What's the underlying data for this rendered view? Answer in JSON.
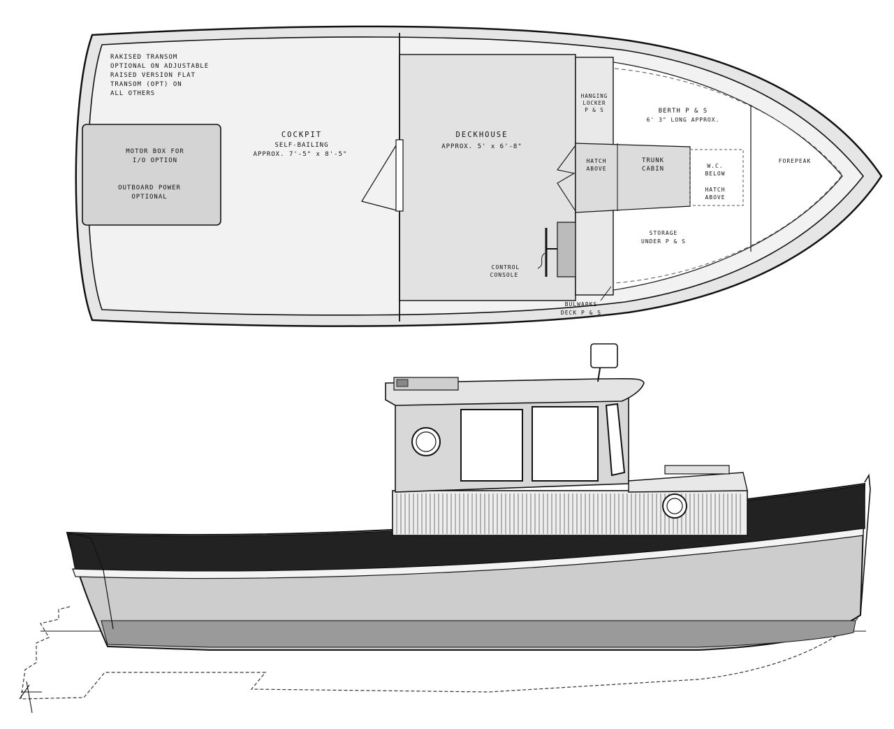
{
  "plan": {
    "transom_note": [
      "RAKISED TRANSOM",
      "OPTIONAL ON ADJUSTABLE",
      "RAISED VERSION FLAT",
      "TRANSOM (OPT) ON",
      "ALL OTHERS"
    ],
    "motor_box": [
      "MOTOR BOX FOR",
      "I/O OPTION"
    ],
    "outboard": [
      "OUTBOARD POWER",
      "OPTIONAL"
    ],
    "cockpit_title": "COCKPIT",
    "cockpit_sub": [
      "SELF-BAILING",
      "APPROX. 7'-5\" x 8'-5\""
    ],
    "deckhouse_title": "DECKHOUSE",
    "deckhouse_sub": "APPROX. 5' x 6'-8\"",
    "hanging_locker": [
      "HANGING",
      "LOCKER",
      "P & S"
    ],
    "hatch_above_1": [
      "HATCH",
      "ABOVE"
    ],
    "trunk_cabin": [
      "TRUNK",
      "CABIN"
    ],
    "wc": [
      "W.C.",
      "BELOW"
    ],
    "hatch_above_2": [
      "HATCH",
      "ABOVE"
    ],
    "berth": [
      "BERTH P & S",
      "6' 3\" LONG APPROX."
    ],
    "forepeak": "FOREPEAK",
    "storage": [
      "STORAGE",
      "UNDER P & S"
    ],
    "control_console": [
      "CONTROL",
      "CONSOLE"
    ],
    "bulwark": [
      "BULWARKS",
      "DECK P & S"
    ]
  },
  "colors": {
    "ink": "#111111",
    "light_fill": "#eeeeee",
    "mid_fill": "#d6d6d6",
    "hull_fill": "#cfcfcf",
    "sheer_band": "#222222"
  }
}
